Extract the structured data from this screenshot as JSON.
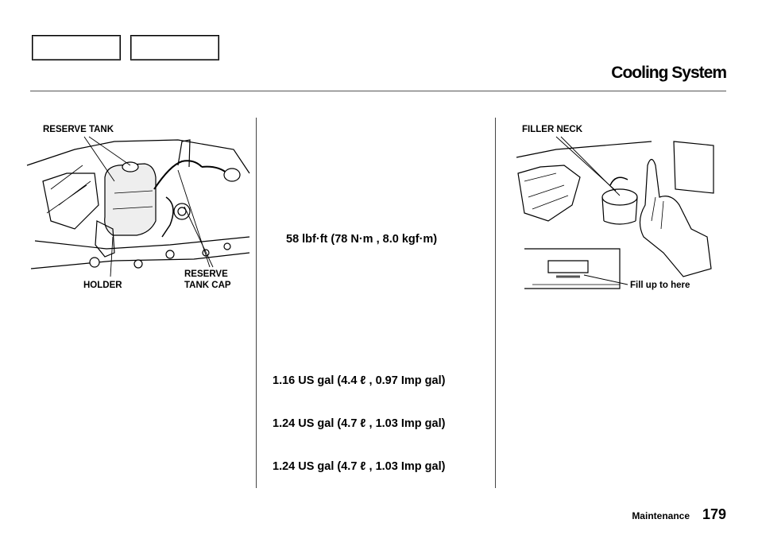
{
  "header": {
    "title": "Cooling System"
  },
  "left_illustration": {
    "labels": {
      "reserve_tank": "RESERVE TANK",
      "holder": "HOLDER",
      "reserve_line1": "RESERVE",
      "reserve_line2": "TANK CAP"
    }
  },
  "middle": {
    "torque": "58 lbf·ft (78 N·m , 8.0 kgf·m)",
    "capacities": [
      "1.16 US gal (4.4 ℓ , 0.97 Imp gal)",
      "1.24 US gal (4.7 ℓ , 1.03 Imp gal)",
      "1.24 US gal (4.7 ℓ , 1.03 Imp gal)"
    ]
  },
  "right_illustration": {
    "labels": {
      "filler_neck": "FILLER NECK",
      "fill_up": "Fill up to here"
    }
  },
  "footer": {
    "section": "Maintenance",
    "page_number": "179"
  }
}
